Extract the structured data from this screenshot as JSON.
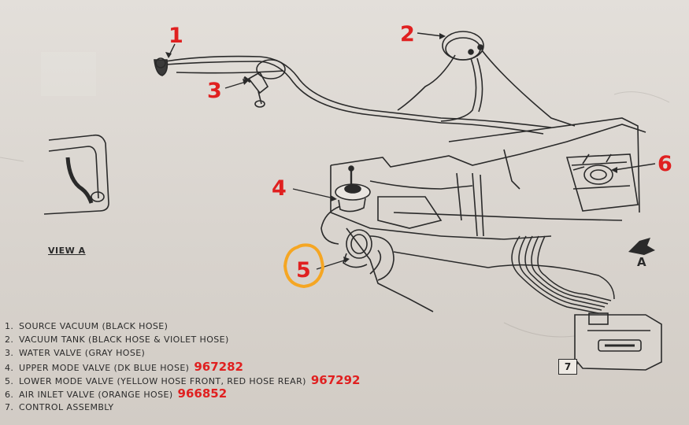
{
  "callouts": [
    {
      "id": "1",
      "label": "1"
    },
    {
      "id": "2",
      "label": "2"
    },
    {
      "id": "3",
      "label": "3"
    },
    {
      "id": "4",
      "label": "4"
    },
    {
      "id": "5",
      "label": "5"
    },
    {
      "id": "6",
      "label": "6"
    }
  ],
  "view_a_label": "VIEW A",
  "arrow_label": "A",
  "box_label": "7",
  "legend": [
    {
      "num": "1.",
      "text": "SOURCE VACUUM (BLACK HOSE)",
      "part": ""
    },
    {
      "num": "2.",
      "text": "VACUUM TANK (BLACK HOSE & VIOLET HOSE)",
      "part": ""
    },
    {
      "num": "3.",
      "text": "WATER VALVE (GRAY HOSE)",
      "part": ""
    },
    {
      "num": "4.",
      "text": "UPPER MODE VALVE (DK BLUE HOSE)",
      "part": "967282"
    },
    {
      "num": "5.",
      "text": "LOWER MODE VALVE (YELLOW HOSE FRONT, RED HOSE REAR)",
      "part": "967292"
    },
    {
      "num": "6.",
      "text": "AIR INLET VALVE (ORANGE HOSE)",
      "part": "966852"
    },
    {
      "num": "7.",
      "text": "CONTROL ASSEMBLY",
      "part": ""
    }
  ],
  "colors": {
    "callout": "#e02020",
    "highlight_circle": "#f5a623",
    "line_art": "#2a2a2a",
    "paper": "#ddd8d2"
  }
}
